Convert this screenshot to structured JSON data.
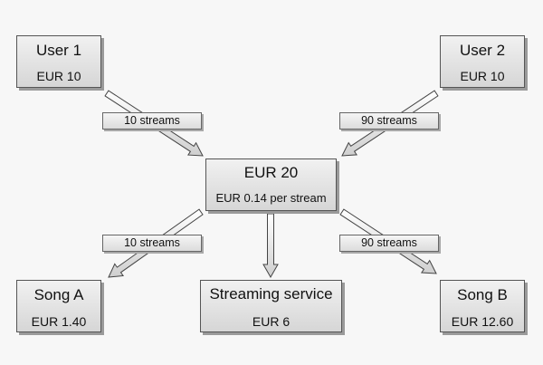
{
  "nodes": {
    "user1": {
      "title": "User 1",
      "amount": "EUR 10"
    },
    "user2": {
      "title": "User 2",
      "amount": "EUR 10"
    },
    "pool": {
      "title": "EUR 20",
      "amount": "EUR 0.14 per stream"
    },
    "songA": {
      "title": "Song A",
      "amount": "EUR 1.40"
    },
    "service": {
      "title": "Streaming service",
      "amount": "EUR 6"
    },
    "songB": {
      "title": "Song B",
      "amount": "EUR 12.60"
    }
  },
  "labels": {
    "user1_streams": "10 streams",
    "user2_streams": "90 streams",
    "songA_streams": "10 streams",
    "songB_streams": "90 streams"
  }
}
